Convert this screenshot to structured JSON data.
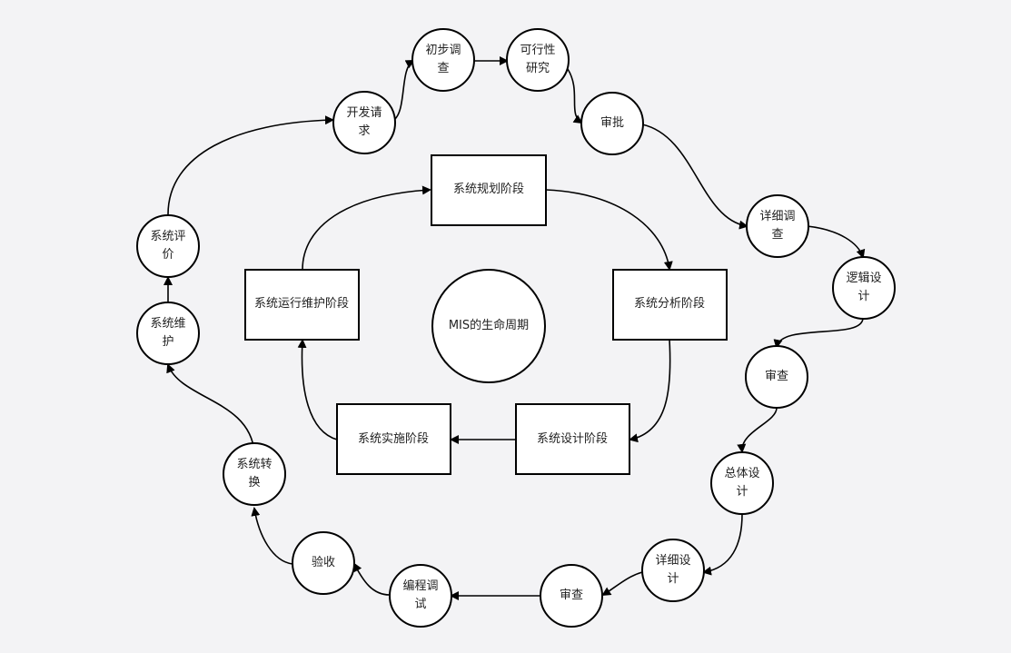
{
  "center": {
    "text": "MIS的生命周期"
  },
  "phases": {
    "planning": "系统规划阶段",
    "analysis": "系统分析阶段",
    "design": "系统设计阶段",
    "implementation": "系统实施阶段",
    "maintenance": "系统运行维护阶段"
  },
  "steps": {
    "dev_request": [
      "开发请",
      "求"
    ],
    "prelim_survey": [
      "初步调",
      "查"
    ],
    "feasibility": [
      "可行性",
      "研究"
    ],
    "approval": [
      "审批"
    ],
    "detailed_survey": [
      "详细调",
      "查"
    ],
    "logical_design": [
      "逻辑设",
      "计"
    ],
    "review_1": [
      "审查"
    ],
    "overall_design": [
      "总体设",
      "计"
    ],
    "detailed_design": [
      "详细设",
      "计"
    ],
    "review_2": [
      "审查"
    ],
    "coding_debug": [
      "编程调",
      "试"
    ],
    "acceptance": [
      "验收"
    ],
    "system_conversion": [
      "系统转",
      "换"
    ],
    "system_maintenance": [
      "系统维",
      "护"
    ],
    "system_evaluation": [
      "系统评",
      "价"
    ]
  },
  "colors": {
    "background": "#f3f3f5",
    "stroke": "#000000",
    "fill": "#ffffff",
    "text": "#222222"
  }
}
